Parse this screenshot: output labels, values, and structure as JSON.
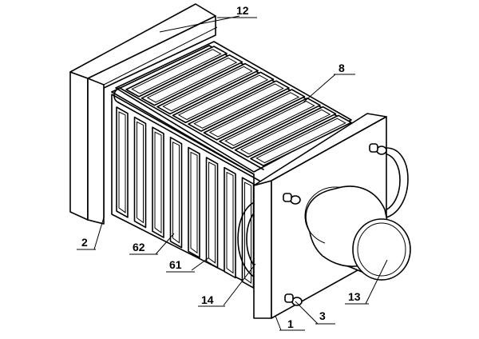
{
  "labels": {
    "l12": "12",
    "l8": "8",
    "l2": "2",
    "l62": "62",
    "l61": "61",
    "l14": "14",
    "l3": "3",
    "l13": "13",
    "l1": "1"
  }
}
